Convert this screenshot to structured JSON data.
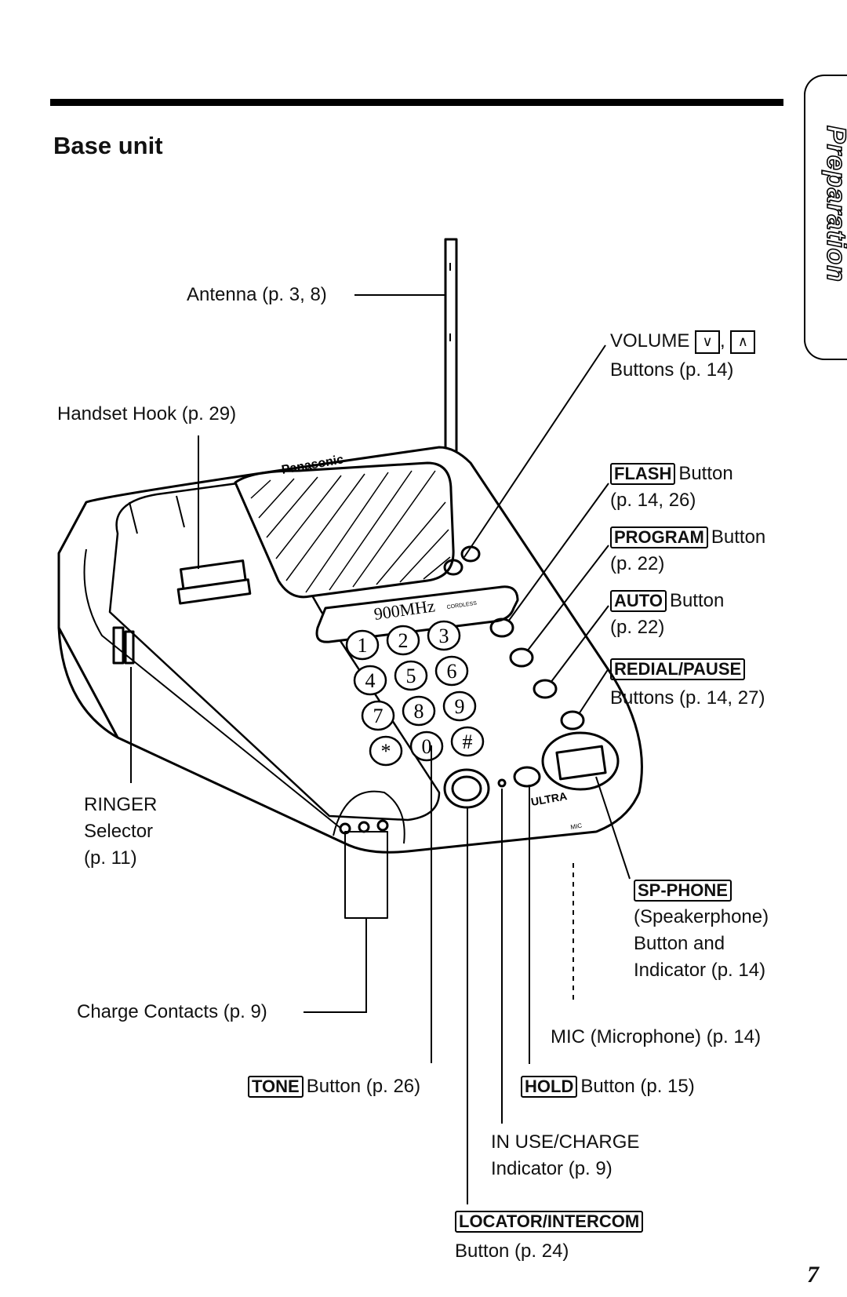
{
  "page": {
    "title": "Base unit",
    "section_tab": "Preparation",
    "page_number": "7"
  },
  "phone": {
    "brand": "Panasonic",
    "band": "900MHz",
    "band_suffix": "CORDLESS",
    "volume_label": "VOLUME",
    "flash_label": "FLASH",
    "program_label": "PROGRAM",
    "auto_label": "AUTO",
    "redial_label": "REDIAL/PAUSE",
    "tone_label": "TONE",
    "locator_label": "LOCATOR/INTERCOM",
    "inuse_label": "IN USE/ CHARGE",
    "hold_label": "HOLD",
    "mic_label": "MIC",
    "ultra_label": "ULTRA",
    "keys": [
      "1",
      "2",
      "3",
      "4",
      "5",
      "6",
      "7",
      "8",
      "9",
      "*",
      "0",
      "#"
    ]
  },
  "callouts": {
    "antenna": "Antenna (p. 3, 8)",
    "handset_hook": "Handset  Hook (p. 29)",
    "volume_line1": "VOLUME",
    "volume_down": "∨",
    "volume_up": "∧",
    "volume_line2": "Buttons (p. 14)",
    "flash_key": "FLASH",
    "flash_text": "Button",
    "flash_page": "(p. 14, 26)",
    "program_key": "PROGRAM",
    "program_text": "Button",
    "program_page": "(p. 22)",
    "auto_key": "AUTO",
    "auto_text": "Button",
    "auto_page": "(p. 22)",
    "redial_key": "REDIAL/PAUSE",
    "redial_text": "Buttons (p. 14, 27)",
    "ringer_l1": "RINGER",
    "ringer_l2": "Selector",
    "ringer_l3": "(p. 11)",
    "sp_key": "SP-PHONE",
    "sp_l2": "(Speakerphone)",
    "sp_l3": "Button and",
    "sp_l4": "Indicator (p. 14)",
    "charge_contacts": "Charge Contacts (p. 9)",
    "mic": "MIC (Microphone) (p. 14)",
    "tone_key": "TONE",
    "tone_text": "Button (p. 26)",
    "hold_key": "HOLD",
    "hold_text": "Button (p. 15)",
    "inuse_l1": "IN USE/CHARGE",
    "inuse_l2": "Indicator (p. 9)",
    "locator_key": "LOCATOR/INTERCOM",
    "locator_text": "Button (p. 24)"
  }
}
